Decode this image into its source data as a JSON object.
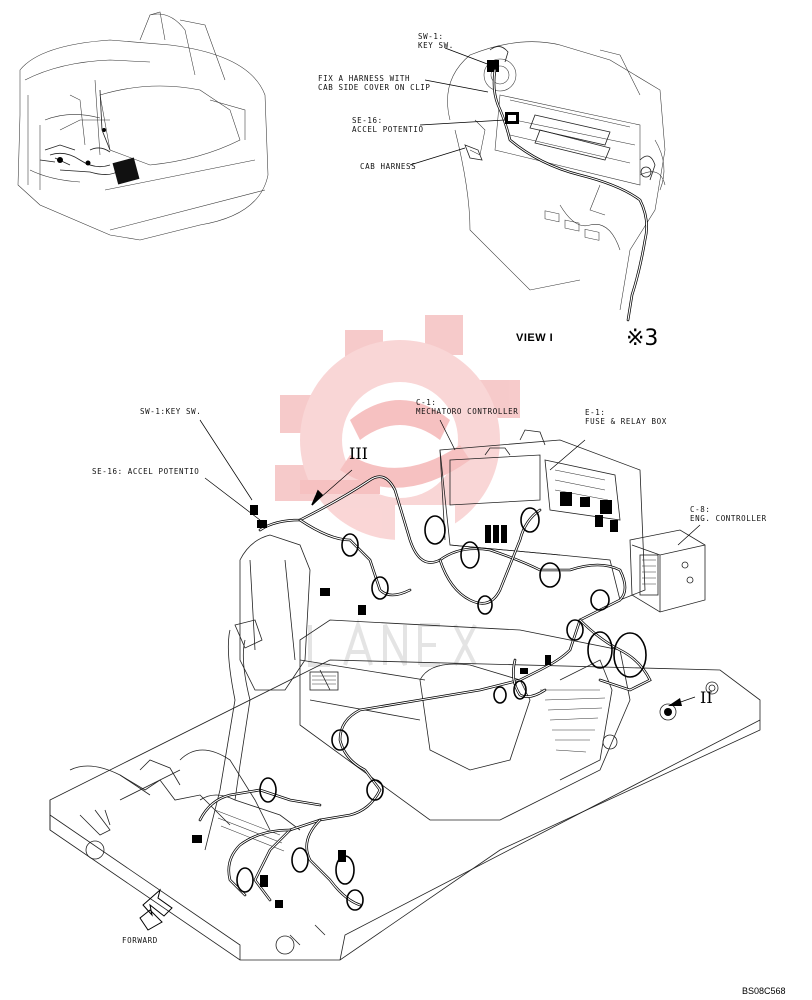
{
  "labels": {
    "view_key_sw_code": "SW-1:",
    "view_key_sw_name": "KEY SW.",
    "view_clip_line1": "FIX A HARNESS WITH",
    "view_clip_line2": "CAB SIDE COVER ON CLIP",
    "view_accel_code": "SE-16:",
    "view_accel_name": "ACCEL POTENTIO",
    "view_cab_harness": "CAB HARNESS",
    "view_title": "VIEW I",
    "view_ref_mark": "※3",
    "main_key_sw": "SW-1:KEY SW.",
    "main_accel": "SE-16: ACCEL POTENTIO",
    "mech_code": "C-1:",
    "mech_name": "MECHATORO CONTROLLER",
    "fuse_code": "E-1:",
    "fuse_name": "FUSE & RELAY BOX",
    "eng_code": "C-8:",
    "eng_name": "ENG. CONTROLLER",
    "view_arrow_III": "III",
    "view_arrow_II": "II",
    "forward": "FORWARD",
    "drawing_code": "BS08C568"
  },
  "colors": {
    "line": "#222222",
    "watermark": "#f2b8b8",
    "watermark_text": "#d9d9d9"
  },
  "icons": {
    "watermark": "gear-logo-icon",
    "forward_arrow": "forward-arrow-icon"
  }
}
